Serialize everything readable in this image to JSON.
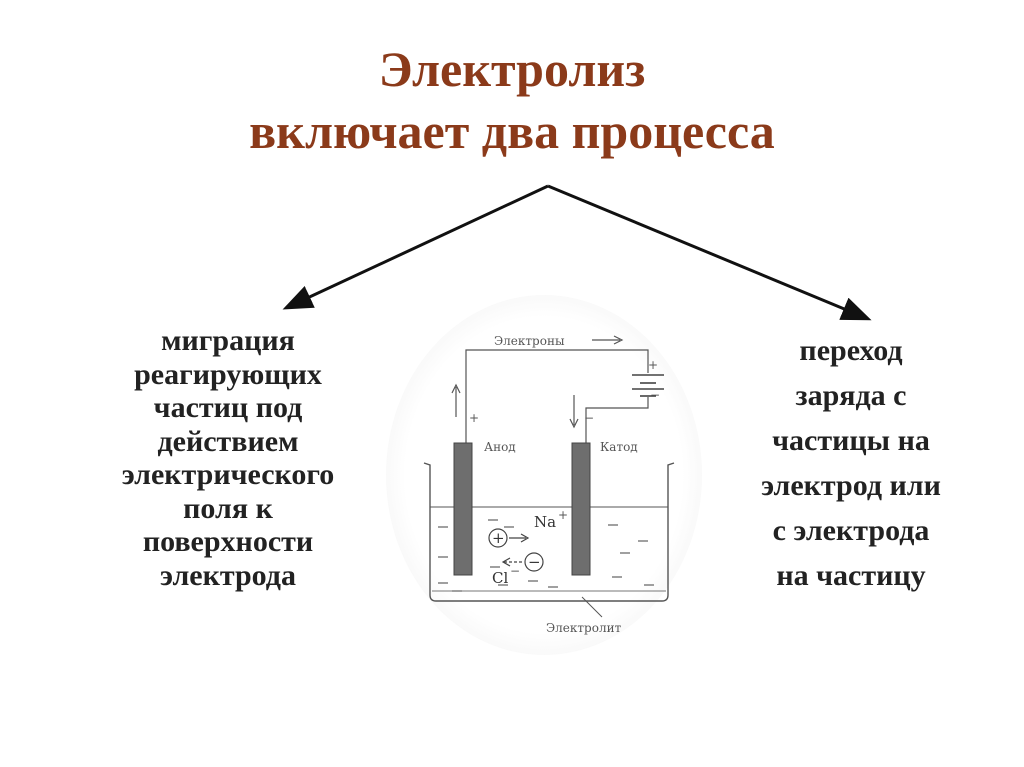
{
  "title": {
    "line1": "Электролиз",
    "line2": "включает два процесса"
  },
  "left_process": {
    "lines": [
      "миграция",
      "реагирующих",
      "частиц под",
      "действием",
      "электрического",
      "поля к",
      "поверхности",
      "электрода"
    ]
  },
  "right_process": {
    "lines": [
      "переход",
      "заряда с",
      "частицы на",
      "электрод или",
      "с электрода",
      "на частицу"
    ]
  },
  "diagram": {
    "electrons_label": "Электроны",
    "anode_label": "Анод",
    "cathode_label": "Катод",
    "electrolyte_label": "Электролит",
    "cation_label": "Na",
    "cation_charge": "+",
    "anion_label": "Cl",
    "anion_charge": "−",
    "plus_sign": "+",
    "minus_sign": "−"
  },
  "colors": {
    "title": "#8b3a1a",
    "body_text": "#222222",
    "connector": "#111111",
    "electrode": "#6e6e6e"
  }
}
